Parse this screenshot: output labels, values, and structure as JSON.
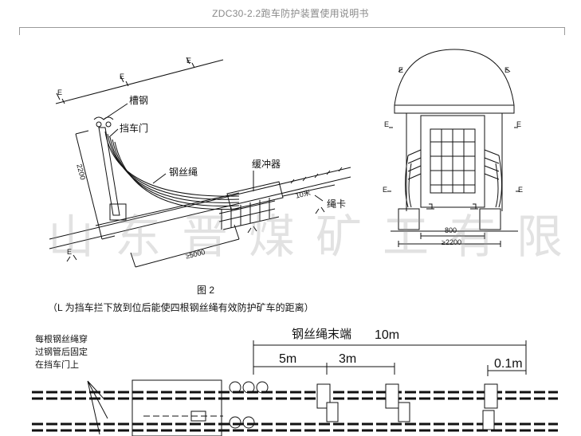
{
  "header": {
    "title": "ZDC30-2.2跑车防护装置使用说明书"
  },
  "figure_top": {
    "labels": {
      "channel_steel": "槽钢",
      "barrier_gate": "挡车门",
      "wire_rope": "钢丝绳",
      "buffer": "缓冲器",
      "rope_clamp": "绳卡",
      "dim_2200": "2200",
      "dim_10m": "10米",
      "dim_5000": "≥5000",
      "dim_800": "800",
      "dim_2200_side": "≥2200",
      "marker": "E"
    },
    "caption": "图 2",
    "note": "（L 为挡车拦下放到位后能使四根钢丝绳有效防护矿车的距离）"
  },
  "figure_bottom": {
    "title": "钢丝绳末端",
    "dim_total": "10m",
    "dim_a": "5m",
    "dim_b": "3m",
    "dim_c": "0.1m",
    "note_lines": [
      "每根钢丝绳穿",
      "过钢管后固定",
      "在挡车门上"
    ]
  },
  "watermark": "山东晋煤矿工有限公司"
}
